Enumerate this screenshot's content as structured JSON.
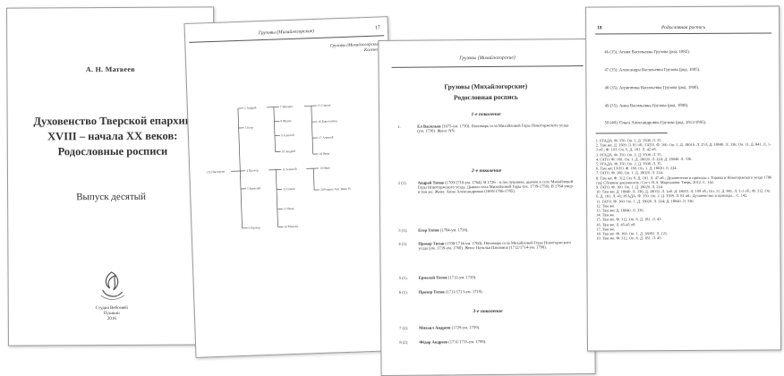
{
  "cover": {
    "author": "А. Н. Матвеев",
    "title_lines": [
      "Духовенство Тверской епархии",
      "XVIII – начала XX веков:",
      "Родословные росписи"
    ],
    "issue": "Выпуск десятый",
    "publisher_lines": [
      "Студия Вебсевей",
      "Пушкин",
      "2016"
    ]
  },
  "tree_page": {
    "header": "Грузовы (Михайлогорские)",
    "page_number": "17",
    "subtitle_lines": [
      "Грузовы (Михайлогорские)",
      "Колено 1"
    ],
    "root": "1 Ел Васильев",
    "level2": [
      "2 Андрей",
      "3 Егор",
      "4 Прохор",
      "5 Ермолай",
      "6 Прохор"
    ],
    "level3": [
      "7 Михаил",
      "8 Фёдор",
      "9 Алексей",
      "10 Андрей",
      "11 Алексей",
      "12 Семён",
      "13 Иван",
      "14 Михаил"
    ],
    "level4": [
      "15 Степан",
      "16 Константин",
      "17 Алексей",
      "18 Иван",
      "19 Иван",
      "20 Родина Ант. Иван IV"
    ]
  },
  "genealogy_page": {
    "header": "Грузовы (Михайлогорские)",
    "title_lines": [
      "Грузовы (Михайлогорские)",
      "Родословная роспись"
    ],
    "generations": [
      "1-е поколение",
      "2-е поколение",
      "3-е поколение"
    ],
    "entries": [
      {
        "num": "1.",
        "name": "Ел Васильев",
        "text": "(1675-ум. 1730). Пономарь села Михайловой Горы Новоторжского уезда (ум. 1730). Жена: NN."
      },
      {
        "num": "2 (1).",
        "name": "Андрей Титов",
        "text": "(1709/1710-ум. 1764). В 1726 – в послушнике, дьячок в селе Михайловой Горы Новоторжского уезда. Дьякон села Михайловой Горы (ок. 1739-1756). В 1764 умер в том же. Жена: Анна Александровна (1695/1706-1785)."
      },
      {
        "num": "3 (1).",
        "name": "Егор Титов",
        "text": "(1704-ум. 1726)."
      },
      {
        "num": "4 (1).",
        "name": "Прохор Титов",
        "text": "(1708/1714-ум. 1760). Пономарь села Михайловой Горы Новоторжского уезда (ум. 1739-ум. 1760). Жена: Наталья Павловна (1712/1714-ум. 1790)."
      },
      {
        "num": "5 (1).",
        "name": "Ермолай Титов",
        "text": "(1712-ум. 1720)."
      },
      {
        "num": "6 (1).",
        "name": "Прохор Титов",
        "text": "(1711/1713-ум. 1719)."
      },
      {
        "num": "7 (2).",
        "name": "Михаил Андреев",
        "text": "(1729-ум. 1759)."
      },
      {
        "num": "8 (2).",
        "name": "Фёдор Андреев",
        "text": "(1731/1733-ум. 1799)."
      }
    ]
  },
  "list_page": {
    "page_number": "18",
    "header": "Родословная роспись",
    "items": [
      "46 (35). Агния Васильевна Грузова (род. 1882).",
      "47 (35). Александра Васильевна Грузова (род. 1885).",
      "48 (35). Агриппина Васильевна Грузова (род. 1890).",
      "49 (35). Анна Васильевна Грузова (род. 1898).",
      "50 (40). Ольга Александровна Грузова (род. 1813/1895)."
    ],
    "footnotes": [
      "1. РГАДА. Ф. 350. Оп. 2. Д. 3508. Л. 35.",
      "2. Там же. Д. 3509. Л. 81 об.; ГАТО. Ф. 160. Оп. 1. Д. 18010. Л. 253; Д. 18040. Л. 336; Оп. 11. Д. 841. Л. 1-3 об.; Ф. 103. Оп. 6. Д. 181. Л. 42 об.",
      "3. РГАДА. Ф. 350. Оп. 2. Д. 3508. Л. 35.",
      "4. ГАТО. Ф. 160. Оп. 1. Д. 18020. Л. 224; Д. 18040. Л. 336.",
      "5. РГАДА. Ф. 350. Оп. 2. Д. 3508. Л. 35.",
      "6. Там же; ГАТО. Ф. 160. Оп. 1. Д. 18020. Л. 224.",
      "7. ГАТО. Ф. 160. Оп. 1. Д. 18020. Л. 224.",
      "8. Там же. Ф. 312. Оп. 6. Д. 181. Л. 47 об.; Духовенство и приходы г. Торжка и Новоторжского уезда 1786 год: Сборник документов / Сост. Н.А. Мартынова. Тверь, 2012. С. 142.",
      "9. ГАТО. Ф. 160. Оп. 1. Д. 18020. Л. 224.",
      "10. Там же; Д. 18040. Л. 336; Д. 18032. Л. 1об. Д. 18033. Л. 109 об.; Оп. 11. Д. 841. Л. 1-1 об.; Ф. 312. Оп. 6. Д. 181. Л. 41; РГАДА. Ф. 350. Оп. 2. Д. 3509. Л. 81 об.; Духовенство и приходы... С. 142.",
      "11. ГАТО. Ф. 160. Оп. 1. Д. 18020. Л. 224; Д. 18040. Л. 336.",
      "12. Там же.",
      "13. Там же; Д. 18040. Л. 336.",
      "14. Там же.",
      "15. Там же. Ф. 312. Оп. 6. Д. 181. Л. 43.",
      "16. Там же. Л. 45-45 об.",
      "17. Там же.",
      "18. Там же. Ф. 160. Оп. 1. Д. 18093. Л. 121.",
      "19. Там же. Ф. 312. Оп. 6. Д. 181. Л. 45."
    ]
  }
}
